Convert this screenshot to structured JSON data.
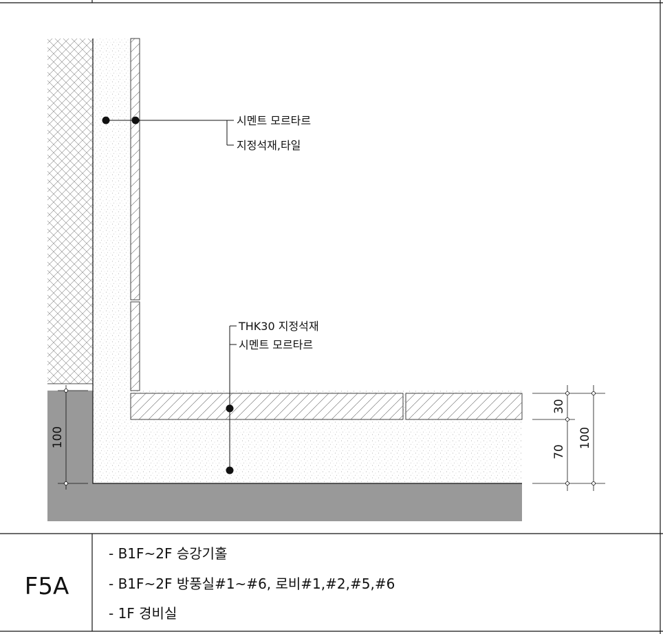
{
  "detail": {
    "callouts": [
      {
        "lines": [
          "시멘트 모르타르",
          "지정석재,타일"
        ]
      },
      {
        "lines": [
          "THK30 지정석재",
          "시멘트 모르타르"
        ]
      }
    ],
    "dimensions": {
      "left": "100",
      "right_upper": "30",
      "right_lower": "70",
      "right_total": "100"
    }
  },
  "title_block": {
    "code": "F5A",
    "notes": [
      "- B1F~2F 승강기홀",
      "- B1F~2F 방풍실#1~#6, 로비#1,#2,#5,#6",
      "- 1F 경비실"
    ]
  },
  "colors": {
    "concrete": "#999999",
    "mortar_fill": "#ffffff",
    "line": "#111111"
  },
  "icons": {
    "hatch_crosshatch": "wall-insulation-crosshatch",
    "hatch_diagonal": "stone-tile-diagonal-hatch",
    "mortar_stipple": "mortar-stipple"
  }
}
